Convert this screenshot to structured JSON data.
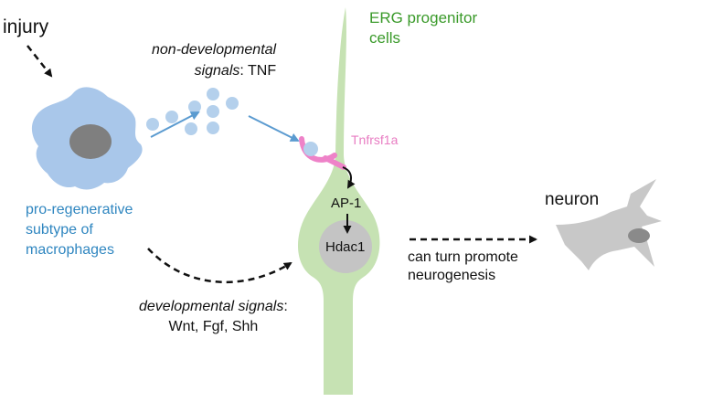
{
  "labels": {
    "injury": "injury",
    "erg_line1": "ERG progenitor",
    "erg_line2": "cells",
    "nondev_line1": "non-developmental",
    "nondev_line2_italic": "signals",
    "nondev_line2_rest": ": TNF",
    "receptor": "Tnfrsf1a",
    "macrophage_line1": "pro-regenerative",
    "macrophage_line2": "subtype of",
    "macrophage_line3": "macrophages",
    "ap1": "AP-1",
    "hdac1": "Hdac1",
    "neuron": "neuron",
    "outcome_line1": "can turn promote",
    "outcome_line2": "neurogenesis",
    "dev_line1": "developmental signals",
    "dev_line1_rest": ":",
    "dev_line2": "Wnt, Fgf, Shh"
  },
  "colors": {
    "erg_cell": "#c6e2b3",
    "nucleus": "#c4c4c4",
    "macrophage": "#a9c7ea",
    "macrophage_nucleus": "#7f7f7f",
    "tnf_dots": "#b4d0ec",
    "blue_arrow": "#5b9bd0",
    "receptor": "#ee82c8",
    "neuron": "#c8c8c8",
    "neuron_nucleus": "#8a8a8a",
    "erg_text": "#3a9a2a",
    "macrophage_text": "#2f86c0"
  }
}
